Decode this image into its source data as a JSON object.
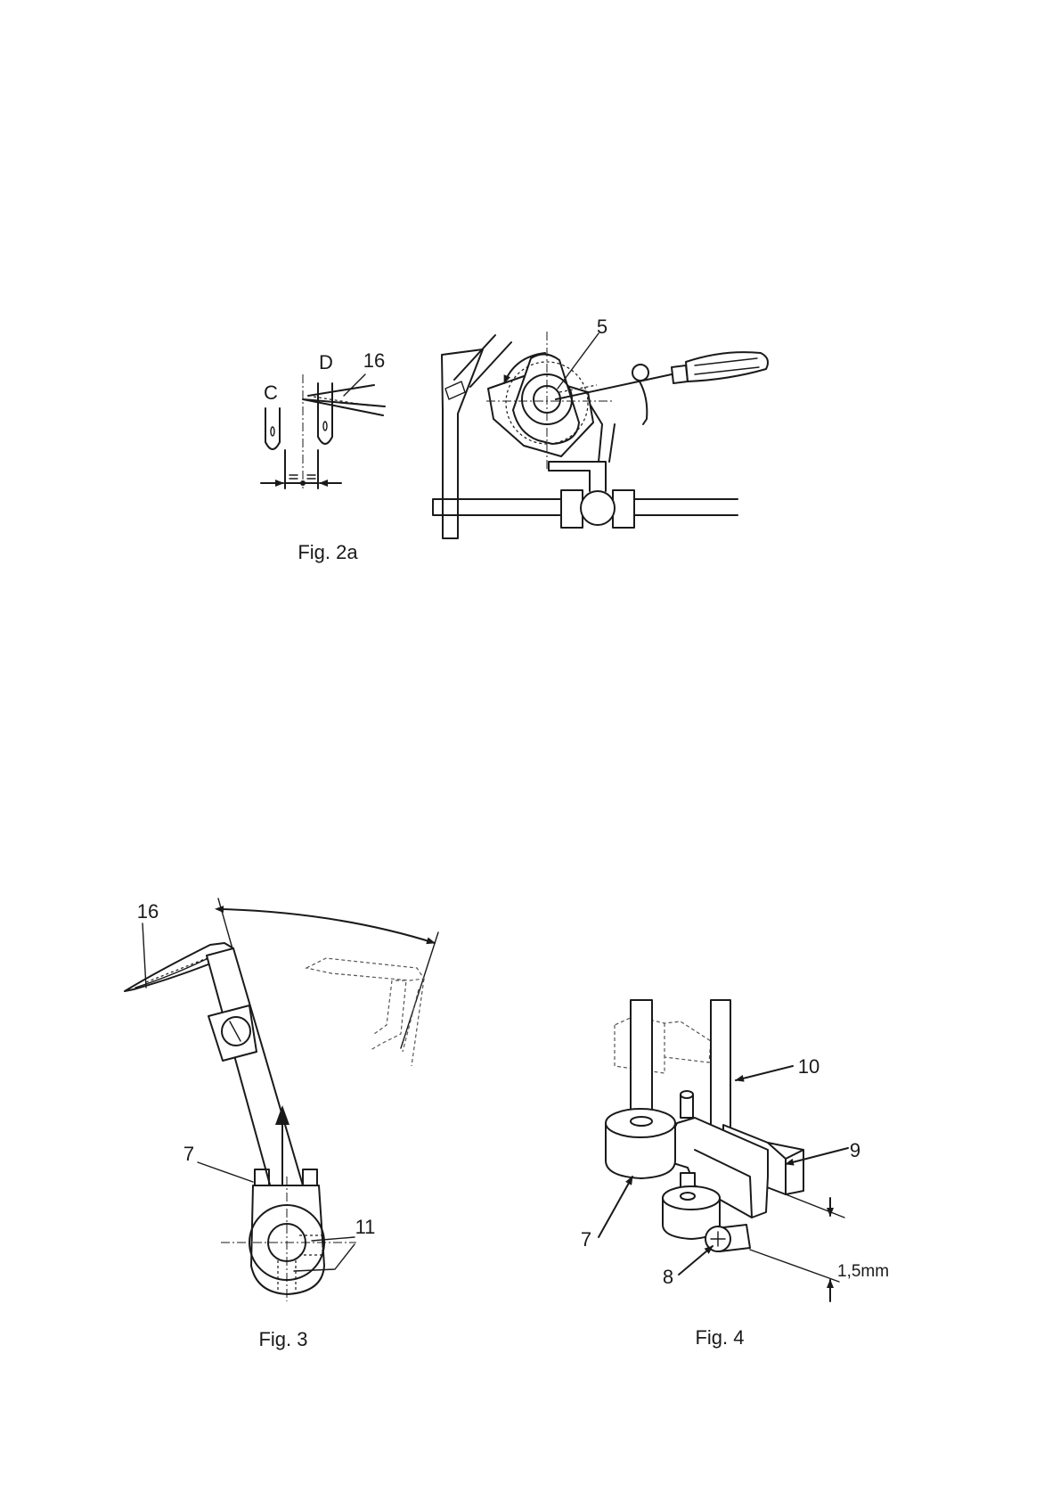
{
  "fig2a": {
    "caption": "Fig. 2a",
    "label_c": "C",
    "label_d": "D",
    "label_16": "16",
    "label_5": "5"
  },
  "fig3": {
    "caption": "Fig. 3",
    "label_16": "16",
    "label_7": "7",
    "label_11": "11"
  },
  "fig4": {
    "caption": "Fig. 4",
    "label_10": "10",
    "label_9": "9",
    "label_7": "7",
    "label_8": "8",
    "dimension": "1,5mm"
  }
}
